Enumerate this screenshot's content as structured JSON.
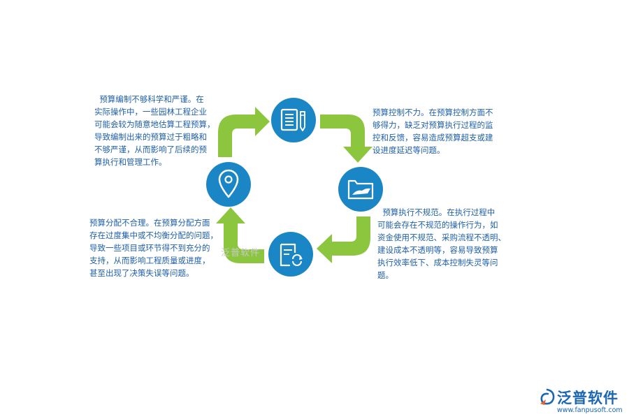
{
  "steps": [
    {
      "text": "  预算编制不够科学和严谨。在\n实际操作中，一些园林工程企业\n可能会较为随意地估算工程预算，\n导致编制出来的预算过于粗略和\n不够严谨，从而影响了后续的预\n算执行和管理工作。",
      "icon": "document-pencil-icon"
    },
    {
      "text": "预算控制不力。在预算控制方面不\n够得力，缺乏对预算执行过程的监\n控和反馈，容易造成预算超支或建\n设进度延迟等问题。",
      "icon": "folder-open-icon"
    },
    {
      "text": "  预算执行不规范。在执行过程中\n可能会存在不规范的操作行为，如\n资金使用不规范、采购流程不透明、\n建设成本不透明等，容易导致预算\n执行效率低下、成本控制失灵等问\n题。",
      "icon": "refresh-document-icon"
    },
    {
      "text": "预算分配不合理。在预算分配方面\n存在过度集中或不均衡分配的问题，\n导致一些项目或环节得不到充分的\n支持，从而影响工程质量或进度，\n甚至出现了决策失误等问题。",
      "icon": "location-pin-icon"
    }
  ],
  "watermark": "泛普软件",
  "brand": {
    "name": "泛普软件",
    "url": "www.fanpusoft.com"
  },
  "colors": {
    "circle": "#1b86c6",
    "arrow": "#8cc63f",
    "text": "#1f5fa8",
    "brand": "#1a66b3"
  }
}
